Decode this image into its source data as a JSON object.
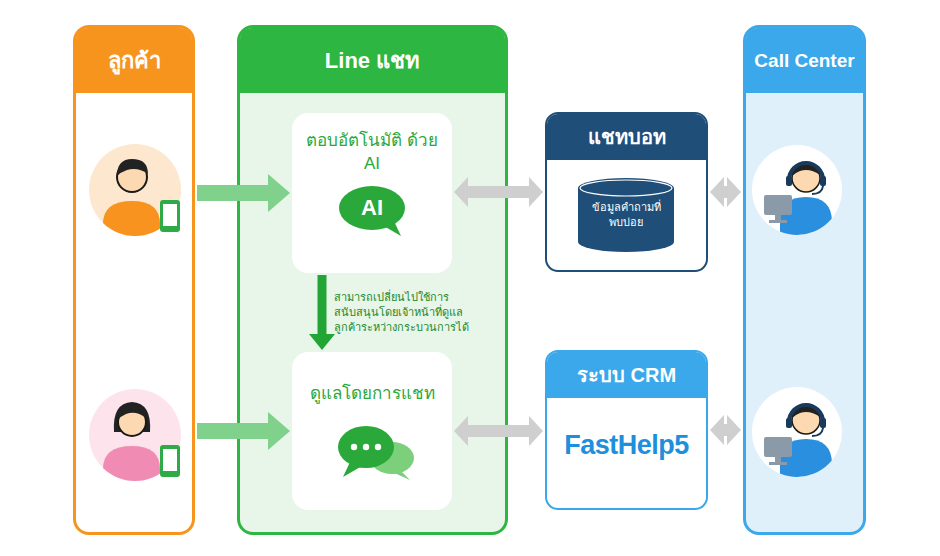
{
  "diagram": {
    "nodes": [
      {
        "text": [
          "ลูกค้า"
        ]
      },
      {
        "text": [
          "Line แชท"
        ]
      },
      {
        "text": [
          "ตอบอัตโนมัติ ด้วย AI",
          "AI"
        ],
        "in": 1
      },
      {
        "text": [
          "ดูแลโดยการแชท"
        ],
        "in": 1
      },
      {
        "text": [
          "แชทบอท"
        ]
      },
      {
        "text": [
          "ข้อมูลคำถามที่ พบบ่อย"
        ],
        "in": 4
      },
      {
        "text": [
          "ระบบ CRM",
          "FastHelp5"
        ]
      },
      {
        "text": [
          "Call Center"
        ]
      }
    ],
    "edges": [
      {
        "from": 0,
        "to": 2,
        "arrow": "to"
      },
      {
        "from": 0,
        "to": 3,
        "arrow": "to"
      },
      {
        "from": 2,
        "to": 3,
        "arrow": "to",
        "label": "สามารถเปลี่ยนไปใช้การ สนับสนุนโดยเจ้าหน้าที่ดูแล ลูกค้าระหว่างกระบวนการได้"
      },
      {
        "from": 2,
        "to": 4,
        "arrow": "both"
      },
      {
        "from": 3,
        "to": 6,
        "arrow": "both"
      },
      {
        "from": 4,
        "to": 7,
        "arrow": "both"
      },
      {
        "from": 6,
        "to": 7,
        "arrow": "both"
      }
    ]
  }
}
